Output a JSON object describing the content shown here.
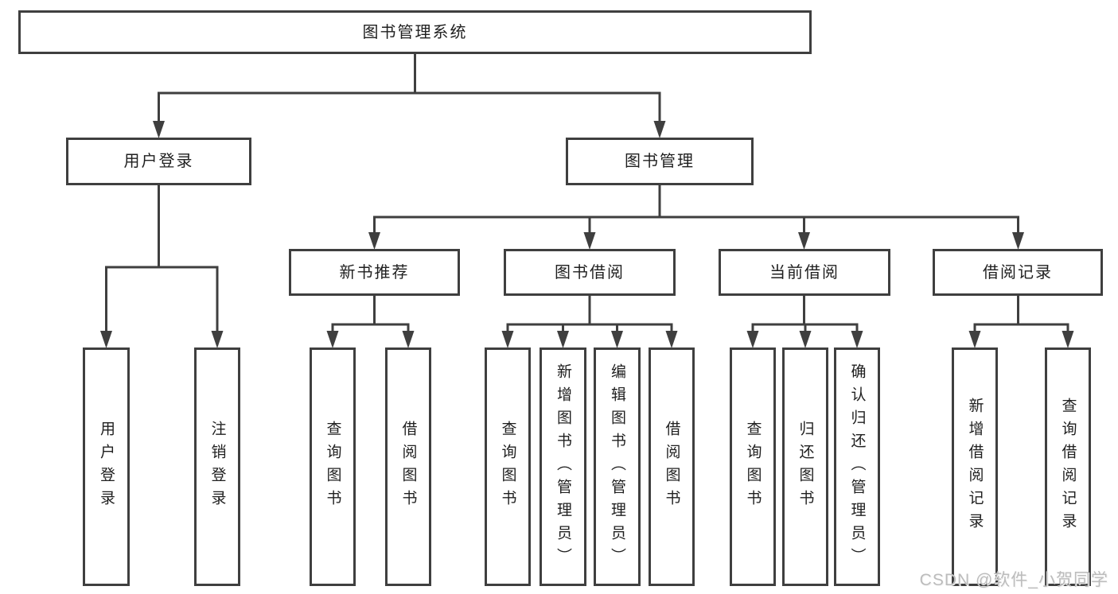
{
  "diagram": {
    "title": "图书管理系统",
    "branches": [
      {
        "label": "用户登录",
        "children": [
          {
            "label": "用户登录"
          },
          {
            "label": "注销登录"
          }
        ]
      },
      {
        "label": "图书管理",
        "children": [
          {
            "label": "新书推荐",
            "children": [
              {
                "label": "查询图书"
              },
              {
                "label": "借阅图书"
              }
            ]
          },
          {
            "label": "图书借阅",
            "children": [
              {
                "label": "查询图书"
              },
              {
                "label": "新增图书（管理员）"
              },
              {
                "label": "编辑图书（管理员）"
              },
              {
                "label": "借阅图书"
              }
            ]
          },
          {
            "label": "当前借阅",
            "children": [
              {
                "label": "查询图书"
              },
              {
                "label": "归还图书"
              },
              {
                "label": "确认归还（管理员）"
              }
            ]
          },
          {
            "label": "借阅记录",
            "children": [
              {
                "label": "新增借阅记录"
              },
              {
                "label": "查询借阅记录"
              }
            ]
          }
        ]
      }
    ]
  },
  "watermark": "CSDN @软件_小贺同学",
  "colors": {
    "line": "#3f3f3f",
    "text": "#1f1f1f",
    "watermark": "#bcbcbc",
    "background": "#ffffff"
  }
}
